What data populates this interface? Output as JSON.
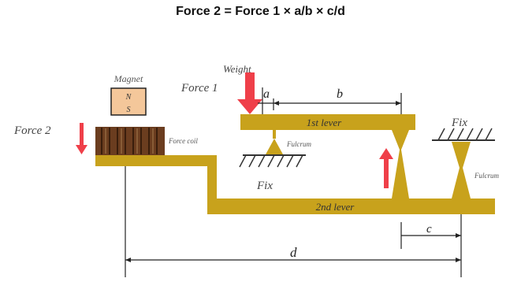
{
  "title": "Force 2 = Force 1 × a/b × c/d",
  "labels": {
    "magnet": "Magnet",
    "magnet_n": "N",
    "magnet_s": "S",
    "weight": "Weight",
    "force1": "Force 1",
    "force2": "Force 2",
    "a": "a",
    "b": "b",
    "c": "c",
    "d": "d",
    "lever1": "1st lever",
    "lever2": "2nd lever",
    "fulcrum1": "Fulcrum",
    "fulcrum2": "Fulcrum",
    "fix1": "Fix",
    "fix2": "Fix",
    "force_coil": "Force coil"
  },
  "colors": {
    "lever": "#c8a21c",
    "arrow": "#ef3f49",
    "magnet": "#f4c79a",
    "coil": "#6b3d1f",
    "line": "#222222"
  }
}
